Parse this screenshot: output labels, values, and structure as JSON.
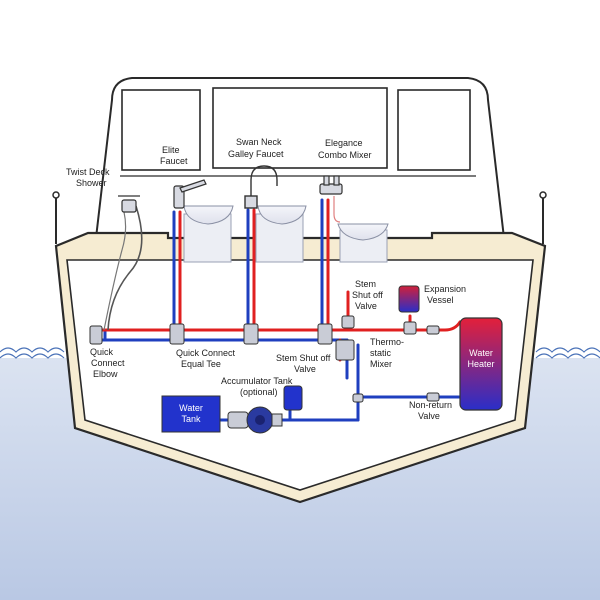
{
  "labels": {
    "twist_deck_shower": [
      "Twist Deck",
      "Shower"
    ],
    "elite_faucet": [
      "Elite",
      "Faucet"
    ],
    "swan_neck": [
      "Swan Neck",
      "Galley Faucet"
    ],
    "elegance": [
      "Elegance",
      "Combo Mixer"
    ],
    "stem_shutoff_top": [
      "Stem",
      "Shut off",
      "Valve"
    ],
    "expansion_vessel": [
      "Expansion",
      "Vessel"
    ],
    "quick_connect_elbow": [
      "Quick",
      "Connect",
      "Elbow"
    ],
    "quick_connect_tee": [
      "Quick Connect",
      "Equal Tee"
    ],
    "stem_shutoff_low": [
      "Stem Shut off",
      "Valve"
    ],
    "thermostatic": [
      "Thermo-",
      "static",
      "Mixer"
    ],
    "water_heater": [
      "Water",
      "Heater"
    ],
    "accumulator": [
      "Accumulator Tank",
      "(optional)"
    ],
    "water_tank": [
      "Water",
      "Tank"
    ],
    "non_return": [
      "Non-return",
      "Valve"
    ]
  },
  "colors": {
    "hot_pipe": "#e02020",
    "cold_pipe": "#1f3fbf",
    "hull_outline": "#2a2a2a",
    "hull_band": "#f6ecd2",
    "water": "#c8d4ea",
    "wave": "#4a72b8",
    "tank_fill": "#2233cc",
    "heater_top": "#e0203a",
    "heater_bottom": "#2a2ec8"
  }
}
